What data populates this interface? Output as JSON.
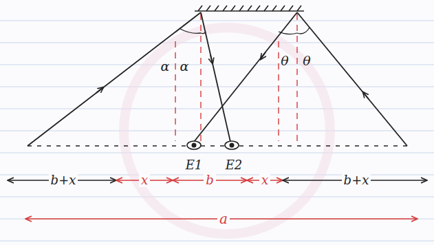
{
  "diagram": {
    "labels": [
      "α",
      "α",
      "θ",
      "θ",
      "E1",
      "E2",
      "b+x",
      "x",
      "b",
      "x",
      "b+x",
      "a"
    ]
  }
}
